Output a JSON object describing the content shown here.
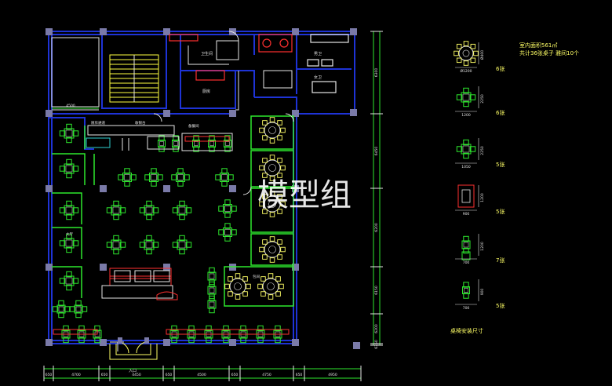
{
  "watermark": "模型组",
  "legend": {
    "area_line": "室内面积561㎡",
    "summary_line": "共计36张桌子  雅间10个",
    "caption": "桌椅安装尺寸",
    "items": [
      {
        "type": "round",
        "count": "6张",
        "dims": [
          "Ø1200",
          "Ø400"
        ]
      },
      {
        "type": "square8",
        "count": "6张",
        "dims": [
          "1200",
          "2250"
        ]
      },
      {
        "type": "square6",
        "count": "5张",
        "dims": [
          "1050",
          "2250"
        ]
      },
      {
        "type": "booth",
        "count": "5张",
        "dims": [
          "900",
          "1200"
        ]
      },
      {
        "type": "small4",
        "count": "7张",
        "dims": [
          "700",
          "1200"
        ]
      },
      {
        "type": "small2",
        "count": "5张",
        "dims": [
          "700",
          "900"
        ]
      }
    ]
  },
  "plan": {
    "rooms": [
      "卫生间",
      "男卫",
      "女卫",
      "厨房",
      "收银台",
      "备餐间",
      "厨房通道",
      "包间",
      "大厅"
    ],
    "dims_bottom": [
      "650",
      "4700",
      "650",
      "4450",
      "650",
      "4500",
      "650",
      "4750",
      "650",
      "4950"
    ],
    "dims_right": [
      "6300",
      "6450",
      "6200",
      "6150",
      "6200",
      "6350"
    ],
    "dims_top_left": [
      "4500"
    ],
    "entry_label": "入口"
  },
  "colors": {
    "wall": "#1e33d6",
    "column": "#7a7aa8",
    "table": "#2ee82e",
    "red_fixture": "#ff3030",
    "white": "#e6e6e6",
    "yellow": "#ffff66",
    "stair": "#ffff40",
    "cyan": "#30d0d0"
  }
}
